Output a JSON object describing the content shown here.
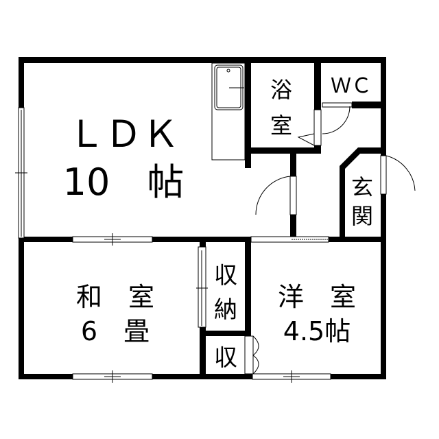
{
  "rooms": {
    "ldk": {
      "name": "ＬＤＫ",
      "size": "10　帖"
    },
    "bath": {
      "char1": "浴",
      "char2": "室"
    },
    "wc": {
      "name": "ＷＣ"
    },
    "entrance": {
      "char1": "玄",
      "char2": "関"
    },
    "japanese": {
      "name": "和　室",
      "size": "6　畳"
    },
    "storage_large": {
      "char1": "収",
      "char2": "納"
    },
    "western": {
      "name": "洋　室",
      "size": "4.5帖"
    },
    "storage_small": {
      "name": "収"
    }
  },
  "colors": {
    "wall": "#000000",
    "background": "#ffffff"
  }
}
